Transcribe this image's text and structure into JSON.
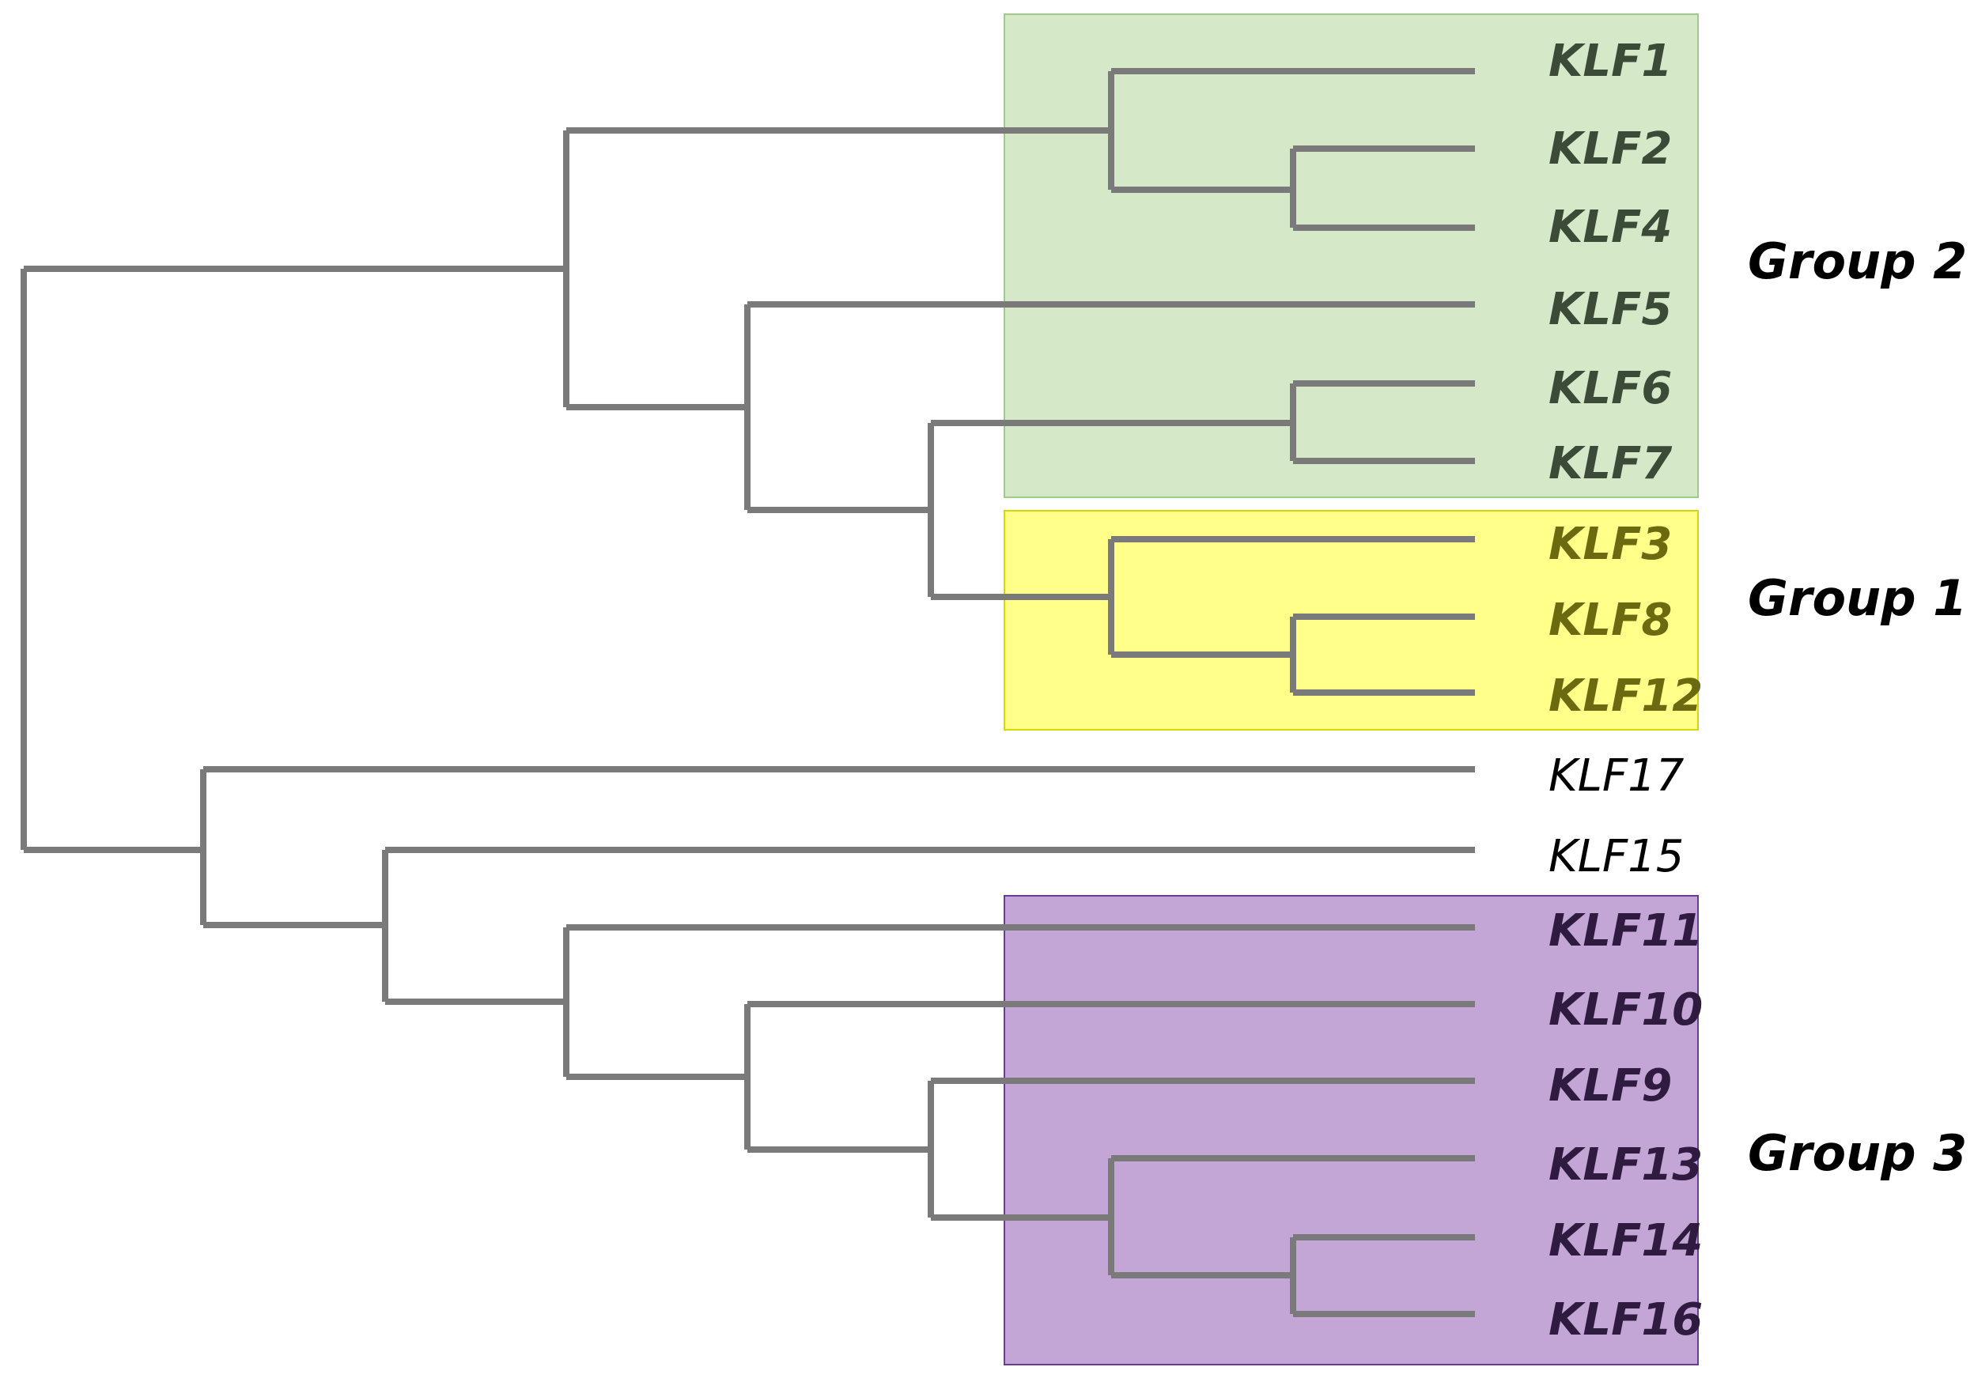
{
  "tree": {
    "leaves": [
      {
        "label": "KLF1",
        "group": "g2"
      },
      {
        "label": "KLF2",
        "group": "g2"
      },
      {
        "label": "KLF4",
        "group": "g2"
      },
      {
        "label": "KLF5",
        "group": "g2"
      },
      {
        "label": "KLF6",
        "group": "g2"
      },
      {
        "label": "KLF7",
        "group": "g2"
      },
      {
        "label": "KLF3",
        "group": "g1"
      },
      {
        "label": "KLF8",
        "group": "g1"
      },
      {
        "label": "KLF12",
        "group": "g1"
      },
      {
        "label": "KLF17",
        "group": null
      },
      {
        "label": "KLF15",
        "group": null
      },
      {
        "label": "KLF11",
        "group": "g3"
      },
      {
        "label": "KLF10",
        "group": "g3"
      },
      {
        "label": "KLF9",
        "group": "g3"
      },
      {
        "label": "KLF13",
        "group": "g3"
      },
      {
        "label": "KLF14",
        "group": "g3"
      },
      {
        "label": "KLF16",
        "group": "g3"
      }
    ],
    "topology": "((((KLF1,(KLF2,KLF4)),(KLF5,((KLF6,KLF7),(KLF3,(KLF8,KLF12)))))),(KLF17,(KLF15,(KLF11,(KLF10,(KLF9,(KLF13,(KLF14,KLF16))))))))"
  },
  "groups": {
    "g2": {
      "label": "Group 2",
      "fill": "#d5e8c8",
      "stroke": "#9ccc88",
      "text_color": "#3c4a38"
    },
    "g1": {
      "label": "Group 1",
      "fill": "#ffff8a",
      "stroke": "#d8d800",
      "text_color": "#6b6a10"
    },
    "g3": {
      "label": "Group 3",
      "fill": "#c3a5d6",
      "stroke": "#6a3a9a",
      "text_color": "#2f1a40"
    }
  },
  "colors": {
    "branch": "#7a7a7a",
    "ungrouped_text": "#000000"
  }
}
